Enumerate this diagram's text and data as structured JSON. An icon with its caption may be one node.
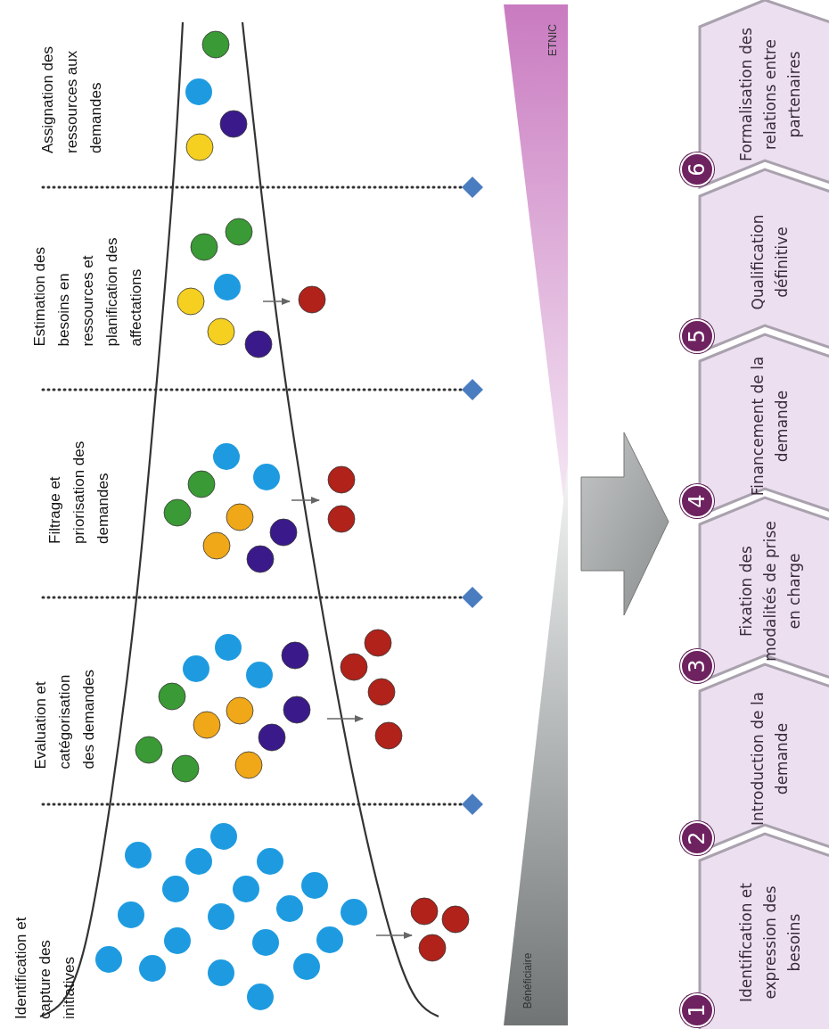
{
  "diagram": {
    "nodes": [
      {
        "text": [
          "1",
          "Identification et expression des besoins"
        ]
      },
      {
        "text": [
          "2",
          "Introduction de la demande"
        ]
      },
      {
        "text": [
          "3",
          "Fixation des modalités de prise en charge"
        ]
      },
      {
        "text": [
          "4",
          "Financement de la demande"
        ]
      },
      {
        "text": [
          "5",
          "Qualification définitive"
        ]
      },
      {
        "text": [
          "6",
          "Formalisation des relations entre partenaires"
        ]
      }
    ],
    "labels": [
      "Identification et capture des initiatives",
      "Evaluation et catégorisation des demandes",
      "Filtrage et priorisation des demandes",
      "Estimation des besoins en ressources et planification des affectations",
      "Assignation des ressources aux demandes",
      "Bénéficiaire",
      "ETNIC"
    ]
  }
}
